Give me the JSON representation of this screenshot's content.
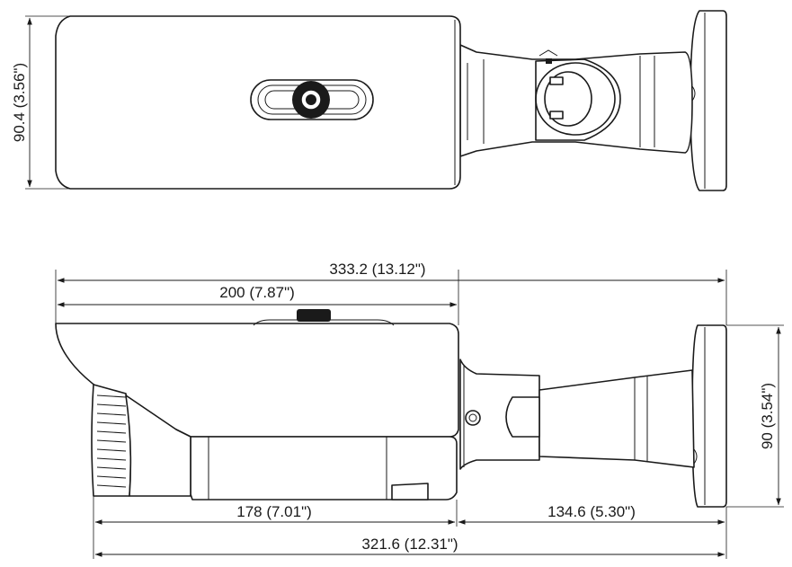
{
  "dimensions": {
    "top_view_height": "90.4 (3.56\")",
    "overall_length": "333.2 (13.12\")",
    "hood_length": "200 (7.87\")",
    "body_length": "178 (7.01\")",
    "bracket_length": "134.6 (5.30\")",
    "mount_height": "90 (3.54\")",
    "total_length": "321.6 (12.31\")"
  },
  "colors": {
    "line": "#1a1a1a",
    "background": "#ffffff",
    "dark_knob": "#1a1a1a"
  }
}
